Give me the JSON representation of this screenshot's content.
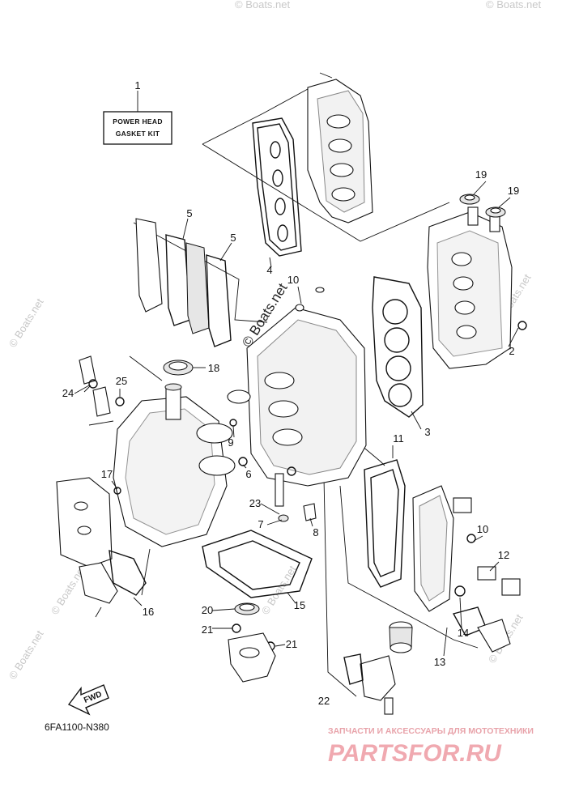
{
  "kit_label": {
    "line1": "POWER HEAD",
    "line2": "GASKET KIT"
  },
  "callouts": [
    "1",
    "2",
    "3",
    "4",
    "5",
    "5",
    "6",
    "7",
    "8",
    "9",
    "10",
    "10",
    "11",
    "12",
    "13",
    "14",
    "15",
    "16",
    "17",
    "18",
    "19",
    "19",
    "20",
    "21",
    "21",
    "22",
    "23",
    "24",
    "25"
  ],
  "fwd_label": "FWD",
  "diagram_code": "6FA1100-N380",
  "watermark": "© Boats.net",
  "brand": {
    "tagline": "ЗАПЧАСТИ И АКСЕССУАРЫ ДЛЯ МОТОТЕХНИКИ",
    "name": "PARTSFOR.RU"
  },
  "colors": {
    "brand_pink": "#f0a9b0",
    "ink": "#111111",
    "watermark": "#c8c8c8"
  }
}
